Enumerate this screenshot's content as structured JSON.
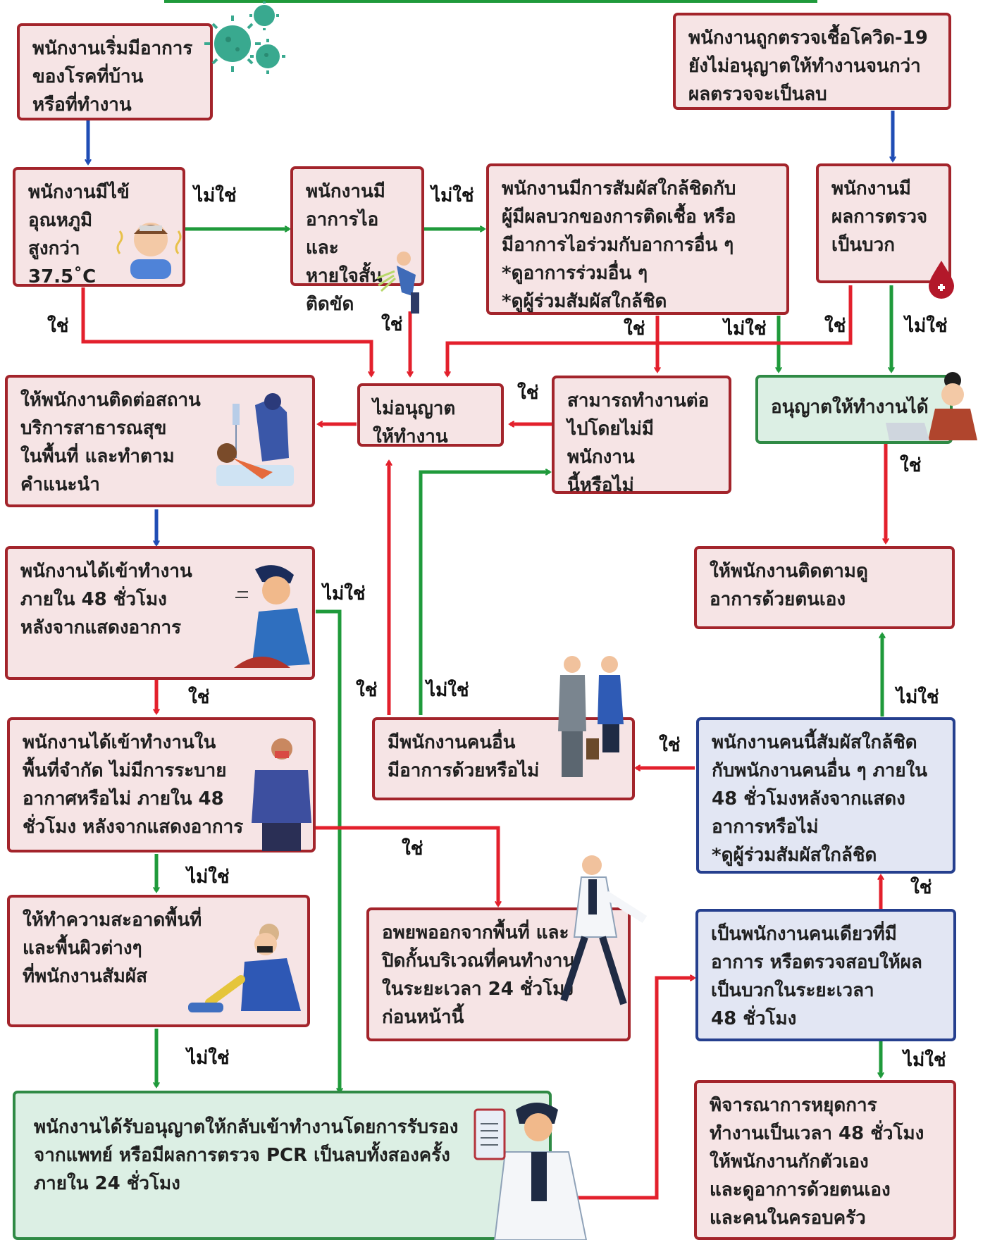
{
  "colors": {
    "red": "#e3202c",
    "green": "#1f9a3b",
    "blue": "#1f4db5",
    "box_pink": "#f6e4e5",
    "box_green": "#dcefe4",
    "box_blue": "#e2e6f3",
    "border_pink": "#a3242b",
    "border_green": "#2f8a45",
    "border_blue": "#253f8e"
  },
  "nodes": {
    "start": [
      "พนักงานเริ่มมีอาการ",
      "ของโรคที่บ้าน",
      "หรือที่ทำงาน"
    ],
    "covid_test": [
      "พนักงานถูกตรวจเชื้อโควิด-19",
      "ยังไม่อนุญาตให้ทำงานจนกว่า",
      "ผลตรวจจะเป็นลบ"
    ],
    "fever": [
      "พนักงานมีไข้",
      "อุณหภูมิ",
      "สูงกว่า",
      "37.5˚C"
    ],
    "cough": [
      "พนักงานมี",
      "อาการไอและ",
      "หายใจสั้น",
      "ติดขัด"
    ],
    "contact": [
      "พนักงานมีการสัมผัสใกล้ชิดกับ",
      "ผู้มีผลบวกของการติดเชื้อ หรือ",
      "มีอาการไอร่วมกับอาการอื่น ๆ",
      "*ดูอาการร่วมอื่น ๆ",
      "*ดูผู้ร่วมสัมผัสใกล้ชิด"
    ],
    "positive": [
      "พนักงานมี",
      "ผลการตรวจ",
      "เป็นบวก"
    ],
    "health_service": [
      "ให้พนักงานติดต่อสถาน",
      "บริการสาธารณสุข",
      "ในพื้นที่ และทำตาม",
      "คำแนะนำ"
    ],
    "not_allowed": [
      "ไม่อนุญาต",
      "ให้ทำงาน"
    ],
    "continue_work": [
      "สามารถทำงานต่อ",
      "ไปโดยไม่มีพนักงาน",
      "นี้หรือไม่"
    ],
    "allowed": [
      "อนุญาตให้ทำงานได้"
    ],
    "worked_48": [
      "พนักงานได้เข้าทำงาน",
      "ภายใน 48 ชั่วโมง",
      "หลังจากแสดงอาการ"
    ],
    "self_monitor": [
      "ให้พนักงานติดตามดู",
      "อาการด้วยตนเอง"
    ],
    "confined": [
      "พนักงานได้เข้าทำงานใน",
      "พื้นที่จำกัด ไม่มีการระบาย",
      "อากาศหรือไม่ ภายใน 48",
      "ชั่วโมง หลังจากแสดงอาการ"
    ],
    "others_symptoms": [
      "มีพนักงานคนอื่น",
      "มีอาการด้วยหรือไม่"
    ],
    "close_contact": [
      "พนักงานคนนี้สัมผัสใกล้ชิด",
      "กับพนักงานคนอื่น ๆ ภายใน",
      "48 ชั่วโมงหลังจากแสดง",
      "อาการหรือไม่",
      "*ดูผู้ร่วมสัมผัสใกล้ชิด"
    ],
    "clean": [
      "ให้ทำความสะอาดพื้นที่",
      "และพื้นผิวต่างๆ",
      "ที่พนักงานสัมผัส"
    ],
    "evacuate": [
      "อพยพออกจากพื้นที่ และ",
      "ปิดกั้นบริเวณที่คนทำงาน",
      "ในระยะเวลา 24 ชั่วโมง",
      "ก่อนหน้านี้"
    ],
    "only_one": [
      "เป็นพนักงานคนเดียวที่มี",
      "อาการ หรือตรวจสอบให้ผล",
      "เป็นบวกในระยะเวลา",
      "48 ชั่วโมง"
    ],
    "return": [
      "พนักงานได้รับอนุญาตให้กลับเข้าทำงานโดยการรับรอง",
      "จากแพทย์ หรือมีผลการตรวจ PCR เป็นลบทั้งสองครั้ง",
      "ภายใน 24 ชั่วโมง"
    ],
    "stop_work": [
      "พิจารณาการหยุดการ",
      "ทำงานเป็นเวลา 48 ชั่วโมง",
      "ให้พนักงานกักตัวเอง",
      "และดูอาการด้วยตนเอง",
      "และคนในครอบครัว"
    ]
  },
  "labels": {
    "yes": "ใช่",
    "no": "ไม่ใช่"
  },
  "illustrations": [
    "virus-icon",
    "fever-person-icon",
    "coughing-person-icon",
    "blood-drop-icon",
    "medical-test-icon",
    "woman-at-laptop-icon",
    "coughing-man-icon",
    "masked-man-icon",
    "two-workers-icon",
    "cleaning-person-icon",
    "doctor-running-icon",
    "doctor-clipboard-icon"
  ]
}
